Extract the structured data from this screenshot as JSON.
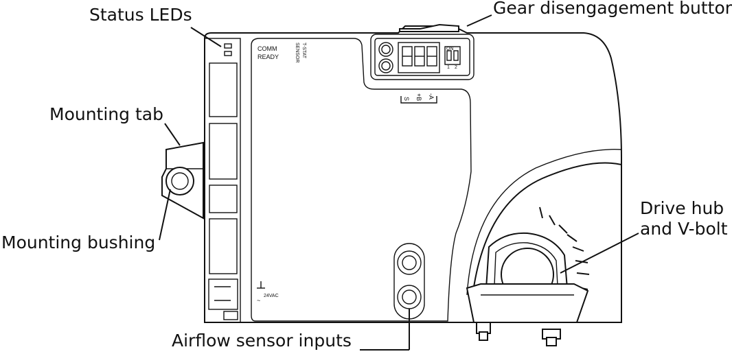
{
  "callouts": {
    "status_leds": "Status LEDs",
    "gear_button": "Gear disengagement button",
    "mounting_tab": "Mounting tab",
    "mounting_bushing": "Mounting bushing",
    "drive_hub_line1": "Drive hub",
    "drive_hub_line2": "and V-bolt",
    "airflow_inputs": "Airflow sensor inputs"
  },
  "device_labels": {
    "comm": "COMM",
    "ready": "READY",
    "tstat": "T-STAT",
    "sensor": "SENSOR",
    "terminal_s": "S",
    "terminal_b": "+B",
    "terminal_a": "-A",
    "power": "24VAC",
    "dip_on": "ON",
    "dip_left": "1",
    "dip_right": "2"
  },
  "colors": {
    "ink": "#111111",
    "background": "#ffffff"
  }
}
